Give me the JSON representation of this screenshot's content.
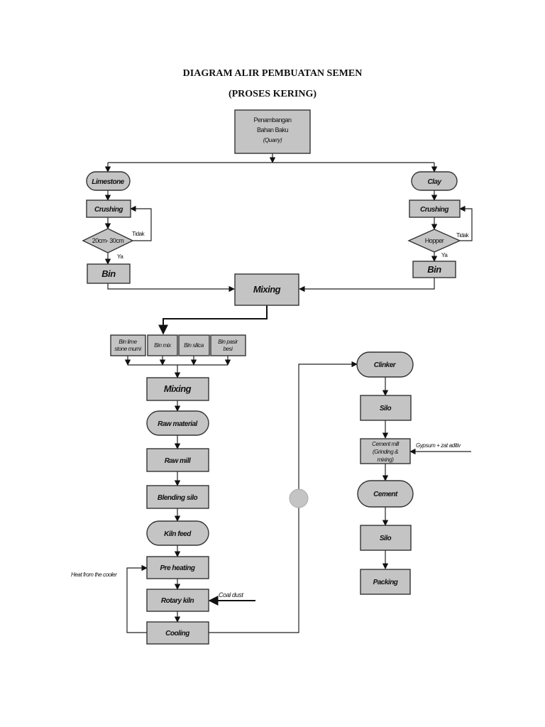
{
  "title": {
    "line1": "DIAGRAM ALIR PEMBUATAN SEMEN",
    "line2": "(PROSES KERING)"
  },
  "nodes": {
    "quarry": {
      "line1": "Penambangan",
      "line2": "Bahan Baku",
      "line3": "(Quarry)"
    },
    "limestone": "Limestone",
    "clay": "Clay",
    "crushing_left": "Crushing",
    "crushing_right": "Crushing",
    "decision_left": "20cm- 30cm",
    "decision_right": "Hopper",
    "bin_left": "Bin",
    "bin_right": "Bin",
    "mixing_top": "Mixing",
    "bin_limestone": {
      "line1": "Bin lime",
      "line2": "stone murni"
    },
    "bin_mix": "Bin mix",
    "bin_silica": "Bin silica",
    "bin_pasir_besi": {
      "line1": "Bin pasir",
      "line2": "besi"
    },
    "mixing_2": "Mixing",
    "raw_material": "Raw material",
    "raw_mill": "Raw mill",
    "blending_silo": "Blending silo",
    "kiln_feed": "Kiln feed",
    "pre_heating": "Pre heating",
    "rotary_kiln": "Rotary kiln",
    "cooling": "Cooling",
    "clinker": "Clinker",
    "silo_1": "Silo",
    "cement_mill": {
      "line1": "Cement mill",
      "line2": "(Grinding &",
      "line3": "mixing)"
    },
    "cement": "Cement",
    "silo_2": "Silo",
    "packing": "Packing"
  },
  "edge_labels": {
    "tidak_left": "Tidak",
    "ya_left": "Ya",
    "tidak_right": "Tidak",
    "ya_right": "Ya",
    "heat_from_cooler": "Heat from the cooler",
    "coal_dust": "Coal dust",
    "gypsum": "Gypsum + zat aditiv"
  },
  "colors": {
    "node_fill": "#c4c4c4",
    "stroke": "#333333"
  }
}
